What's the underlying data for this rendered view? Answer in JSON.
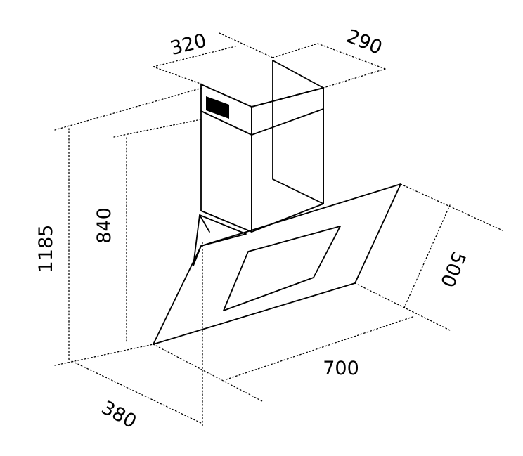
{
  "dimensions": {
    "chimney_width": "320",
    "chimney_depth": "290",
    "total_height": "1185",
    "chimney_height": "840",
    "glass_depth": "500",
    "hood_width": "700",
    "hood_depth": "380"
  },
  "colors": {
    "line": "#000000",
    "background": "#ffffff",
    "control_panel": "#000000"
  }
}
